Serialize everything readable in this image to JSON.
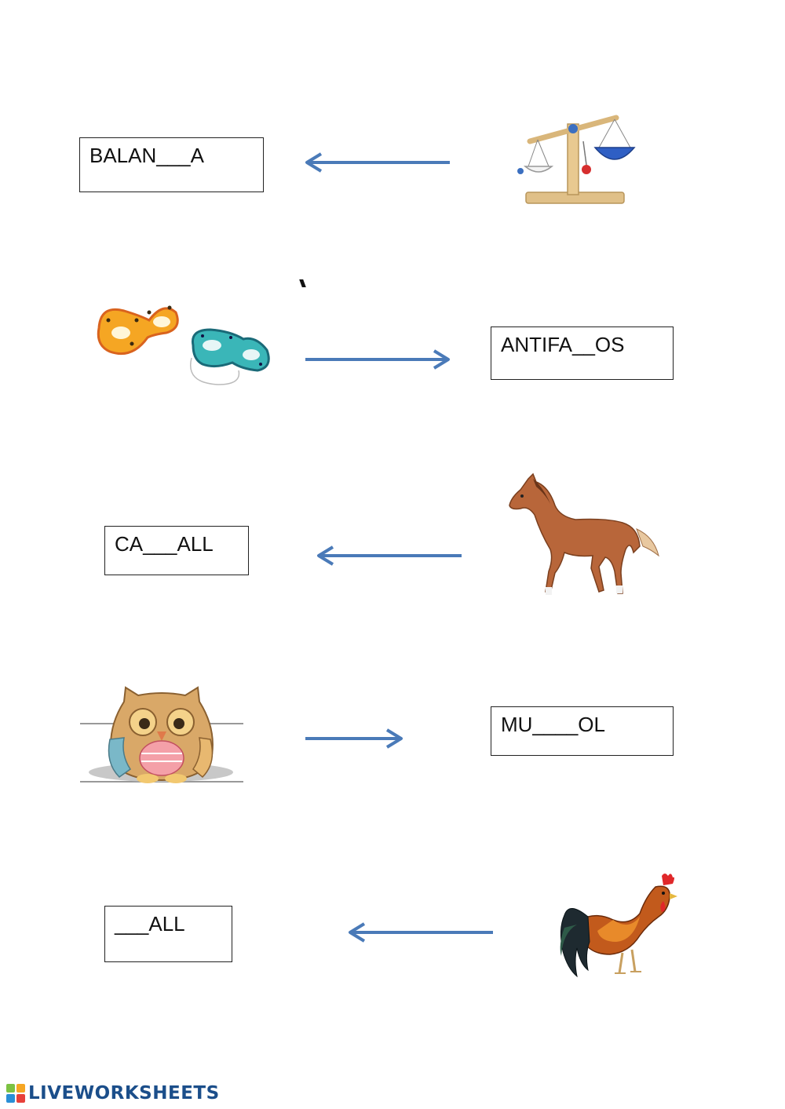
{
  "exercises": [
    {
      "word": "BALAN___A",
      "picture": "balance-scale",
      "direction": "left"
    },
    {
      "word": "ANTIFA__OS",
      "picture": "carnival-masks",
      "direction": "right"
    },
    {
      "word": "CA___ALL",
      "picture": "horse",
      "direction": "left"
    },
    {
      "word": "MU____OL",
      "picture": "owl",
      "direction": "right"
    },
    {
      "word": "___ALL",
      "picture": "rooster",
      "direction": "left"
    }
  ],
  "footer": {
    "brand": "LIVEWORKSHEETS",
    "logo_icon": "liveworksheets-logo-icon"
  },
  "colors": {
    "arrow": "#4a7ab8",
    "brand": "#1b4e8a"
  }
}
